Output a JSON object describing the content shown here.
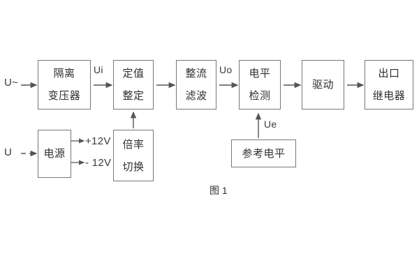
{
  "figure": {
    "caption": "图 1",
    "background_color": "#ffffff",
    "line_color": "#777777",
    "text_color": "#2f2f2f"
  },
  "blocks": {
    "isolation_transformer": {
      "line1": "隔离",
      "line2": "变压器"
    },
    "setting_value": {
      "line1": "定值",
      "line2": "整定"
    },
    "rectify_filter": {
      "line1": "整流",
      "line2": "滤波"
    },
    "level_detect": {
      "line1": "电平",
      "line2": "检测"
    },
    "drive": {
      "line1": "驱动"
    },
    "output_relay": {
      "line1": "出口",
      "line2": "继电器"
    },
    "power_supply": {
      "line1": "电源"
    },
    "multiplier_switch": {
      "line1": "倍率",
      "line2": "切换"
    },
    "reference_level": {
      "line1": "参考电平"
    }
  },
  "signals": {
    "input_ac": "U~",
    "input_dc": "U",
    "ui": "Ui",
    "uo": "Uo",
    "ue": "Ue",
    "rail_positive": "+12V",
    "rail_negative": "- 12V"
  }
}
